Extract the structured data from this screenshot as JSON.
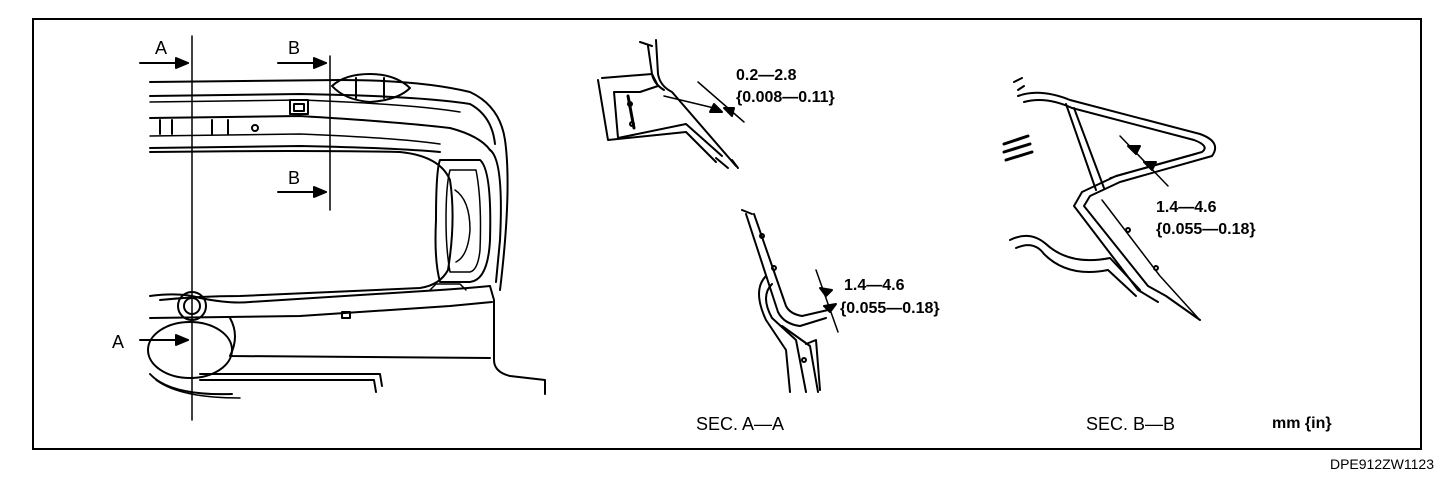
{
  "view_markers": {
    "a_top": "A",
    "a_bottom": "A",
    "b_top": "B",
    "b_middle": "B"
  },
  "section_aa": {
    "upper_dim_line1": "0.2—2.8",
    "upper_dim_line2": "{0.008—0.11}",
    "lower_dim_line1": "1.4—4.6",
    "lower_dim_line2": "{0.055—0.18}",
    "caption": "SEC. A—A"
  },
  "section_bb": {
    "dim_line1": "1.4—4.6",
    "dim_line2": "{0.055—0.18}",
    "caption": "SEC. B—B"
  },
  "units": "mm {in}",
  "figure_code": "DPE912ZW1123"
}
